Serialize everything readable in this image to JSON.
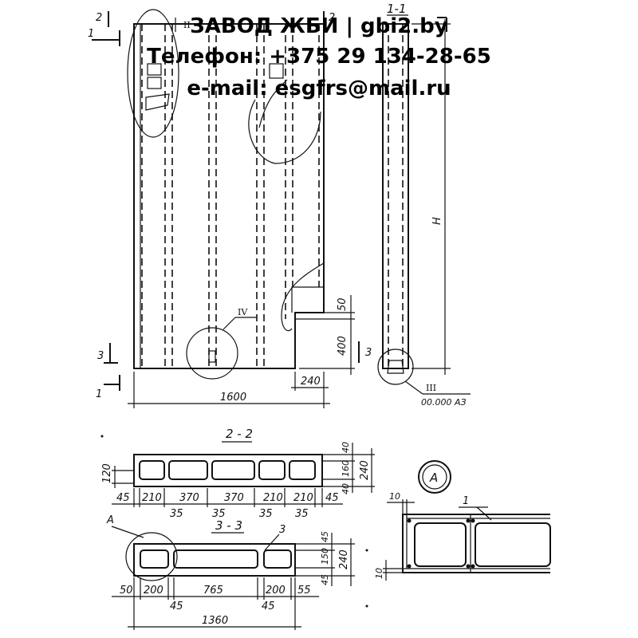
{
  "watermark": {
    "line1": "ЗАВОД ЖБИ | gbi2.by",
    "line2": "Телефон: +375 29 134-28-65",
    "line3": "e-mail: esgfrs@mail.ru"
  },
  "elevation": {
    "width": "1600",
    "notch_width": "240",
    "notch_height": "400",
    "notch_top": "50",
    "section_mark_1": "1",
    "section_mark_2": "2",
    "section_mark_3": "3",
    "callout_2": "II",
    "callout_4": "IV"
  },
  "side_view": {
    "title": "1-1",
    "height_label": "H",
    "callout_3": "III",
    "note": "00.000 АЗ"
  },
  "section_2_2": {
    "title": "2 - 2",
    "left_height": "120",
    "right_dims": [
      "40",
      "160",
      "40"
    ],
    "total_height": "240",
    "bottom_dims": [
      "45",
      "210",
      "370",
      "370",
      "210",
      "210",
      "45"
    ],
    "rib_dims": [
      "35",
      "35",
      "35",
      "35"
    ]
  },
  "section_3_3": {
    "title": "3 - 3",
    "callout_letter": "А",
    "leader_label": "3",
    "right_dims": [
      "45",
      "150",
      "45"
    ],
    "total_height": "240",
    "bottom_dims": [
      "50",
      "200",
      "765",
      "200",
      "55"
    ],
    "rib_dims": [
      "45",
      "45"
    ],
    "total_width": "1360"
  },
  "detail_a": {
    "letter": "А",
    "dim_top": "10",
    "dim_bottom": "10",
    "leader_label": "1"
  }
}
